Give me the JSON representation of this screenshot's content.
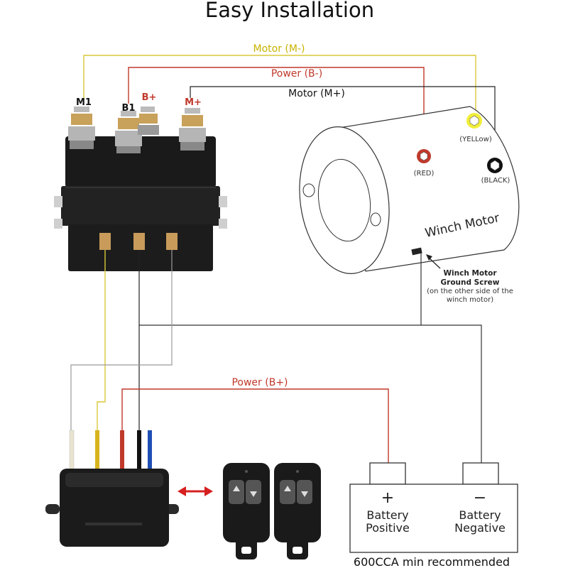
{
  "title": "Easy Installation",
  "wires": {
    "motor_m_minus": "Motor (M-)",
    "power_b_minus": "Power (B-)",
    "motor_m_plus": "Motor (M+)",
    "power_b_plus": "Power (B+)"
  },
  "solenoid_terminals": {
    "m1": "M1",
    "b1": "B1",
    "b_plus": "B+",
    "m_plus": "M+"
  },
  "motor": {
    "label": "Winch Motor",
    "red_terminal": "(RED)",
    "yellow_terminal": "(YELLow)",
    "black_terminal": "(BLACK)",
    "ground_screw_title_1": "Winch Motor",
    "ground_screw_title_2": "Ground Screw",
    "ground_screw_note_1": "(on the other side of the",
    "ground_screw_note_2": "winch motor)"
  },
  "battery": {
    "positive_symbol": "+",
    "negative_symbol": "−",
    "positive_label_1": "Battery",
    "positive_label_2": "Positive",
    "negative_label_1": "Battery",
    "negative_label_2": "Negative",
    "note": "600CCA min recommended"
  },
  "colors": {
    "yellow_wire": "#d8c93a",
    "red_wire": "#c0392b",
    "black_wire": "#222222",
    "gray_wire": "#9a9a9a",
    "blue_wire": "#1f4fb5",
    "cream_wire": "#e9e4cf"
  }
}
